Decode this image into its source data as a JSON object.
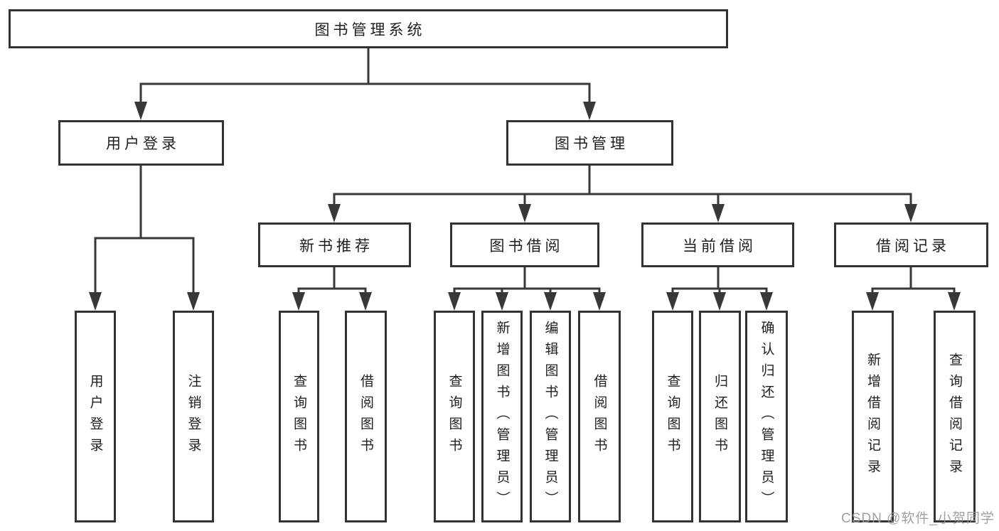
{
  "colors": {
    "background": "#ffffff",
    "line": "#383838",
    "box_border": "#333333",
    "text": "#1f1f1f",
    "watermark": "#9a9797"
  },
  "watermark": "CSDN @软件_小贺同学",
  "tree": {
    "label": "图书管理系统",
    "children": [
      {
        "label": "用户登录",
        "children": [
          {
            "label": "用户登录"
          },
          {
            "label": "注销登录"
          }
        ]
      },
      {
        "label": "图书管理",
        "children": [
          {
            "label": "新书推荐",
            "children": [
              {
                "label": "查询图书"
              },
              {
                "label": "借阅图书"
              }
            ]
          },
          {
            "label": "图书借阅",
            "children": [
              {
                "label": "查询图书"
              },
              {
                "label": "新增图书（管理员）"
              },
              {
                "label": "编辑图书（管理员）"
              },
              {
                "label": "借阅图书"
              }
            ]
          },
          {
            "label": "当前借阅",
            "children": [
              {
                "label": "查询图书"
              },
              {
                "label": "归还图书"
              },
              {
                "label": "确认归还（管理员）"
              }
            ]
          },
          {
            "label": "借阅记录",
            "children": [
              {
                "label": "新增借阅记录"
              },
              {
                "label": "查询借阅记录"
              }
            ]
          }
        ]
      }
    ]
  }
}
